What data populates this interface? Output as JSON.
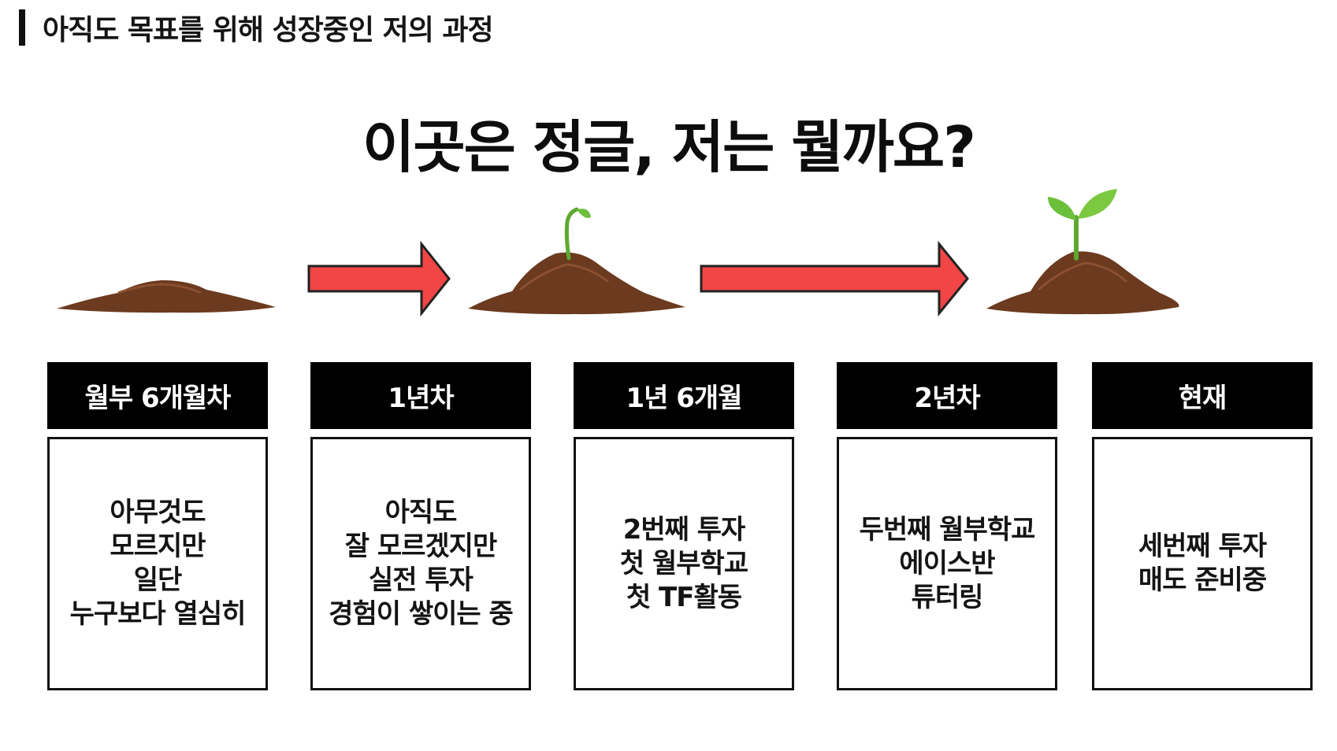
{
  "header": {
    "title": "아직도 목표를 위해 성장중인 저의 과정"
  },
  "main_title": "이곳은 정글, 저는 뭘까요?",
  "colors": {
    "arrow": "#f24545",
    "soil": "#6b3a1f",
    "sprout": "#6bbf3a",
    "header_bg": "#000000"
  },
  "stages": [
    {
      "label": "월부 6개월차",
      "text": "아무것도\n모르지만\n일단\n누구보다 열심히"
    },
    {
      "label": "1년차",
      "text": "아직도\n잘 모르겠지만\n실전 투자\n경험이 쌓이는 중"
    },
    {
      "label": "1년 6개월",
      "text": "2번째 투자\n첫 월부학교\n첫 TF활동"
    },
    {
      "label": "2년차",
      "text": "두번째 월부학교\n에이스반\n튜터링"
    },
    {
      "label": "현재",
      "text": "세번째 투자\n매도 준비중"
    }
  ]
}
